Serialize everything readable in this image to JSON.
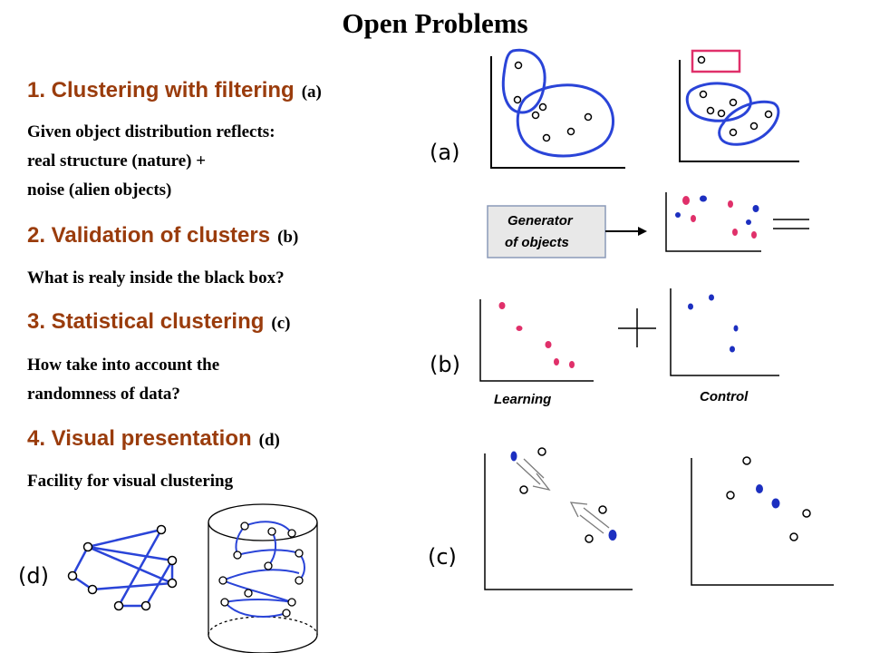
{
  "title": "Open Problems",
  "items": [
    {
      "heading": "1. Clustering with filtering",
      "tag": "(a)",
      "lines": [
        "Given object distribution reflects:",
        "real structure (nature) +",
        "noise (alien objects)"
      ]
    },
    {
      "heading": "2. Validation of clusters",
      "tag": "(b)",
      "lines": [
        "What is realy inside the black box?"
      ]
    },
    {
      "heading": "3. Statistical clustering",
      "tag": "(c)",
      "lines": [
        "How take into account the",
        "randomness of data?"
      ]
    },
    {
      "heading": "4. Visual presentation",
      "tag": "(d)",
      "lines": [
        "Facility for visual clustering"
      ]
    }
  ],
  "figure": {
    "label_a": "(a)",
    "label_b": "(b)",
    "label_c": "(c)",
    "label_d": "(d)",
    "generator_line1": "Generator",
    "generator_line2": "of objects",
    "learning": "Learning",
    "control": "Control"
  },
  "colors": {
    "heading": "#9a3c0c",
    "cluster": "#2a44d8",
    "pink": "#e0306a",
    "blue_dot": "#1c2fc0",
    "highlight": "#e0306a"
  }
}
